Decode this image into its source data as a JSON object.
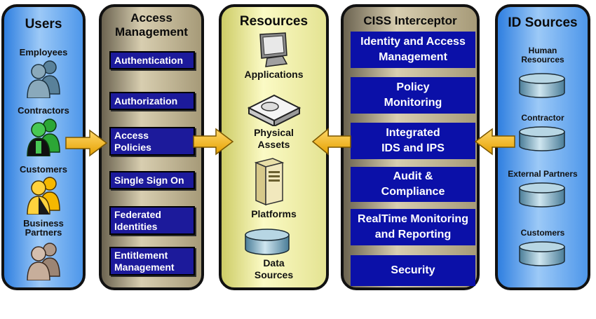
{
  "users": {
    "title": "Users",
    "groups": [
      "Employees",
      "Contractors",
      "Customers",
      "Business\nPartners"
    ]
  },
  "access": {
    "title": "Access\nManagement",
    "items": [
      "Authentication",
      "Authorization",
      "Access\nPolicies",
      "Single Sign On",
      "Federated\nIdentities",
      "Entitlement\nManagement"
    ]
  },
  "resources": {
    "title": "Resources",
    "items": [
      "Applications",
      "Physical\nAssets",
      "Platforms",
      "Data\nSources"
    ]
  },
  "ciss": {
    "title": "CISS Interceptor",
    "items": [
      "Identity  and Access\nManagement",
      "Policy\nMonitoring",
      "Integrated\nIDS and IPS",
      "Audit &\nCompliance",
      "RealTime Monitoring\nand Reporting",
      "Security"
    ]
  },
  "id_sources": {
    "title": "ID Sources",
    "items": [
      "Human\nResources",
      "Contractor",
      "External Partners",
      "Customers"
    ]
  },
  "colors": {
    "users_panel": "#4e97ea",
    "access_panel": "#a69a78",
    "resources_panel": "#e4e392",
    "box_blue": "#1c1a9b",
    "arrow": "#f5b400"
  }
}
